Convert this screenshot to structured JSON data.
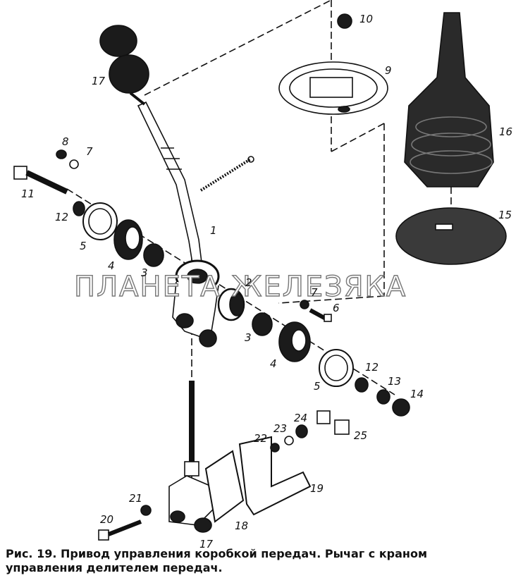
{
  "watermark": "ПЛАНЕТА ЖЕЛЕЗЯКА",
  "caption": {
    "line1": "Рис. 19. Привод управления коробкой передач. Рычаг с краном",
    "line2": "управления делителем передач."
  },
  "callouts": {
    "c1": "1",
    "c2": "2",
    "c3a": "3",
    "c3b": "3",
    "c4a": "4",
    "c4b": "4",
    "c5a": "5",
    "c5b": "5",
    "c6": "6",
    "c7a": "7",
    "c7b": "7",
    "c8": "8",
    "c9": "9",
    "c10": "10",
    "c11": "11",
    "c12a": "12",
    "c12b": "12",
    "c13": "13",
    "c14": "14",
    "c15": "15",
    "c16": "16",
    "c17a": "17",
    "c17b": "17",
    "c18": "18",
    "c19": "19",
    "c20": "20",
    "c21": "21",
    "c22": "22",
    "c23": "23",
    "c24": "24",
    "c25": "25"
  }
}
